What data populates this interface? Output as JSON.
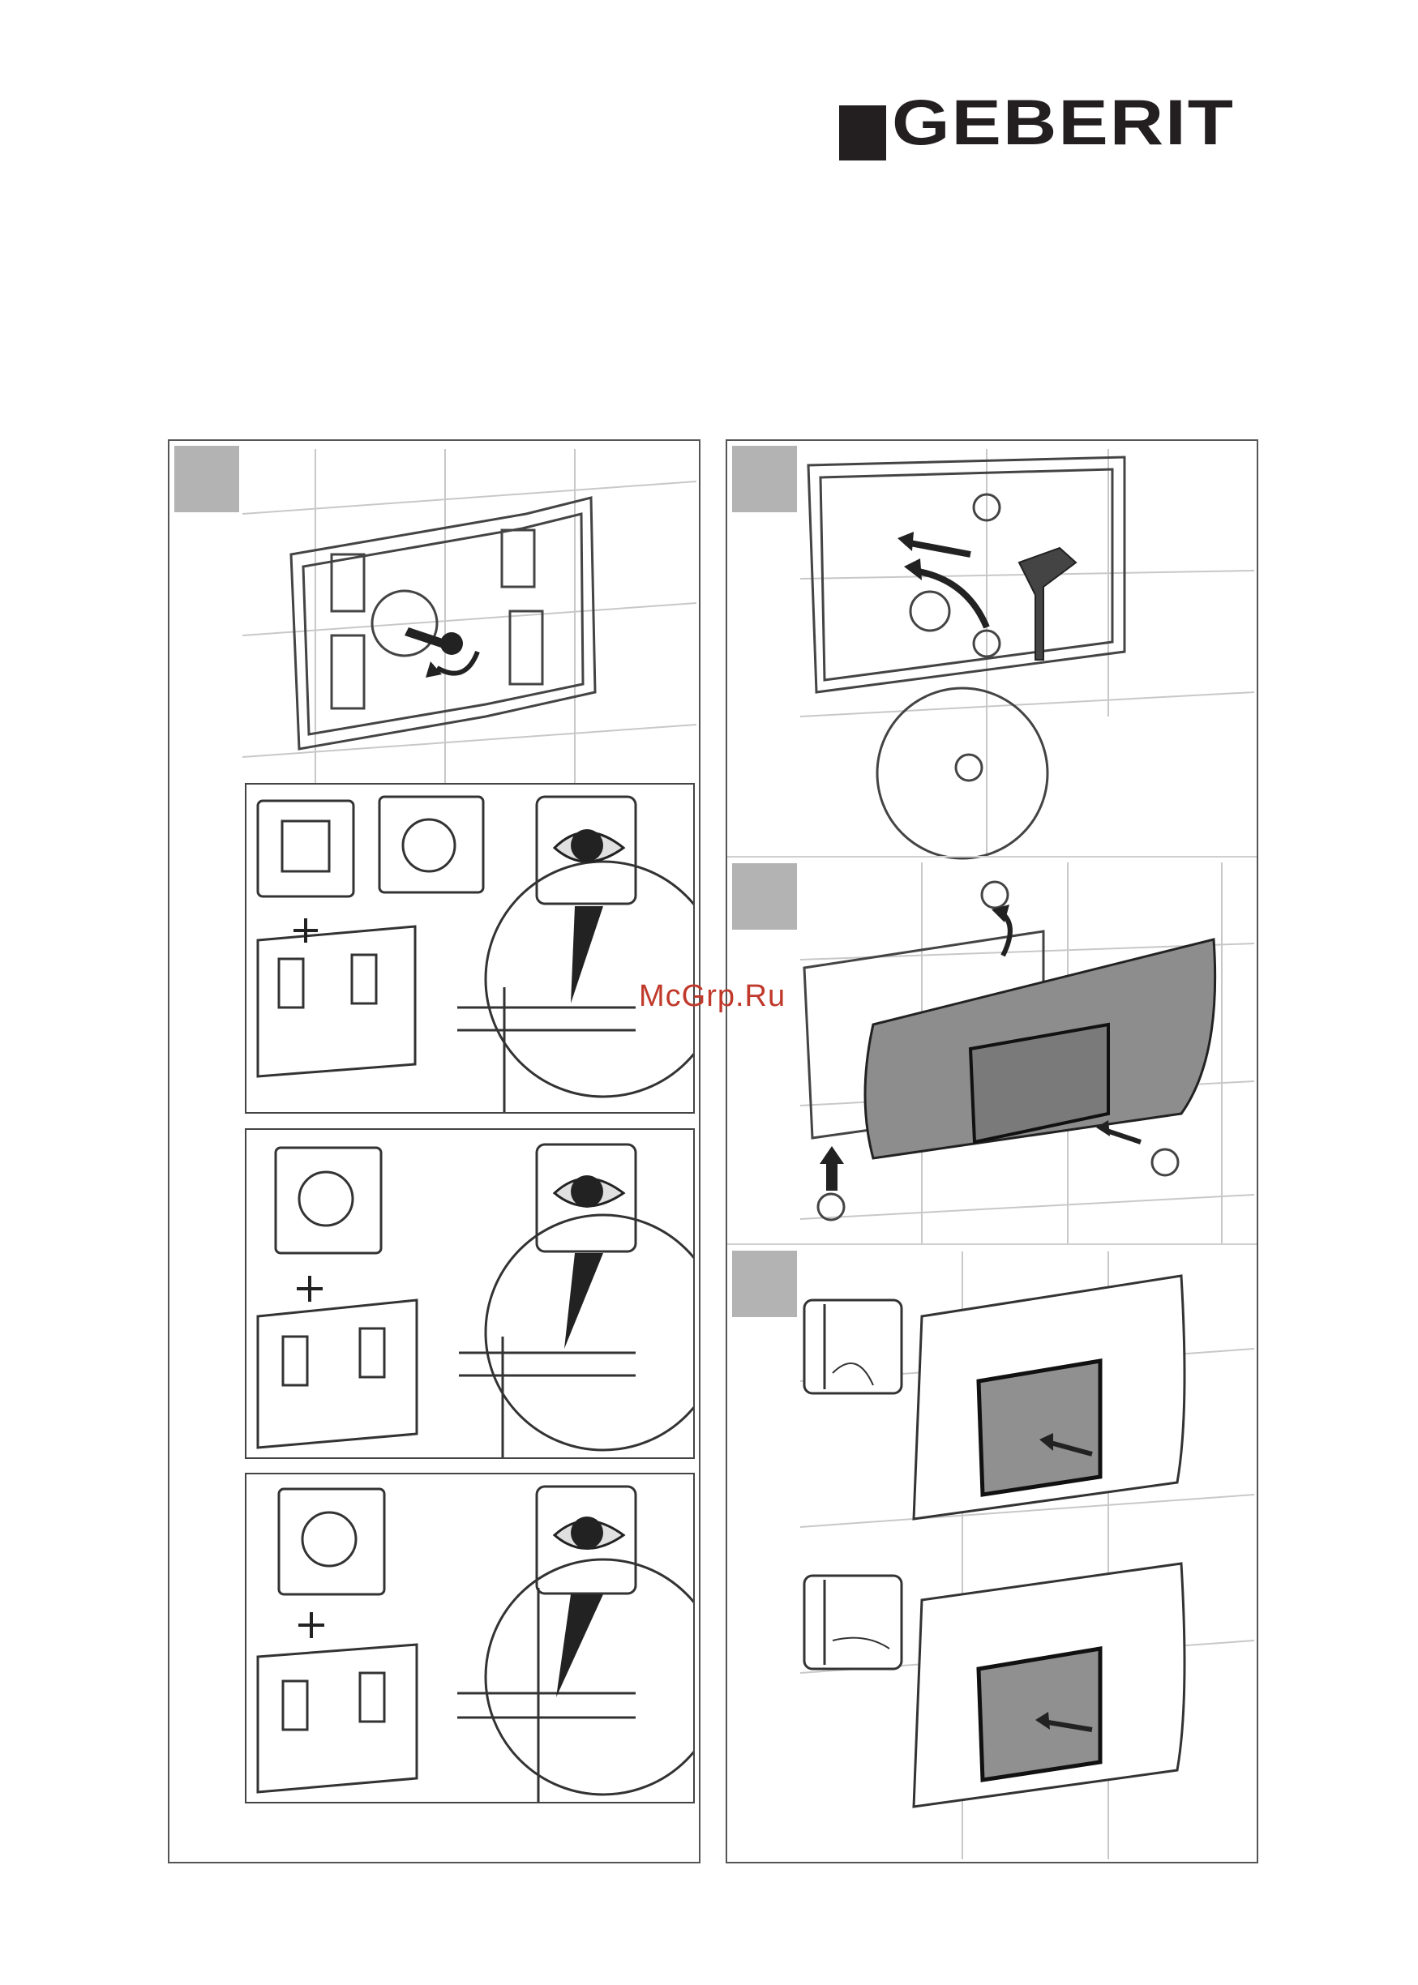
{
  "brand": {
    "name": "GEBERIT"
  },
  "watermark": {
    "text": "McGrp.Ru"
  },
  "left_panel": {
    "steps": [
      {
        "icon": "wall-frame-screw-adjust-illustration"
      },
      {
        "icon": "flush-plate-compatibility-check-1"
      },
      {
        "icon": "flush-plate-compatibility-check-2"
      },
      {
        "icon": "flush-plate-compatibility-check-3"
      }
    ],
    "plus_sign": "+"
  },
  "right_panel": {
    "steps": [
      {
        "icon": "insert-holder-clip-illustration"
      },
      {
        "icon": "hang-flush-plate-illustration"
      },
      {
        "icon": "press-flush-button-illustration"
      }
    ]
  },
  "colors": {
    "step_marker": "#b3b3b3",
    "frame_stroke": "#444444",
    "logo": "#231f20",
    "watermark": "#c0392b"
  }
}
